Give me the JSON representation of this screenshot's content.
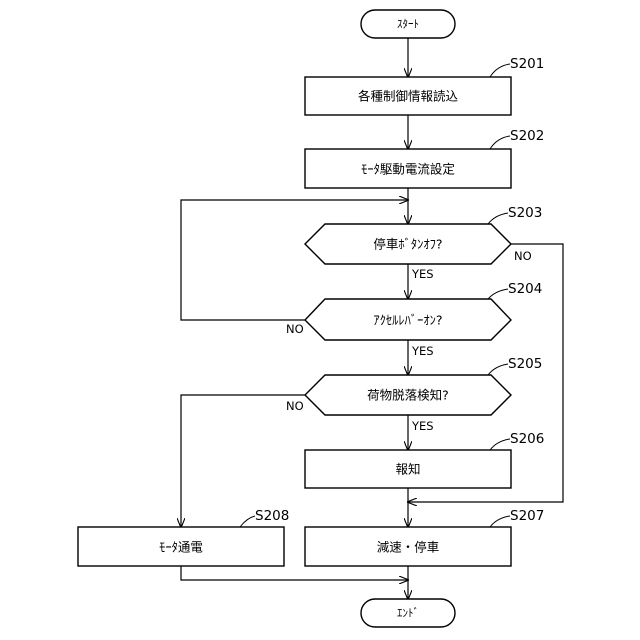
{
  "nodes": {
    "start": {
      "label": "ｽﾀｰﾄ"
    },
    "s201": {
      "step": "S201",
      "label": "各種制御情報読込"
    },
    "s202": {
      "step": "S202",
      "label": "ﾓｰﾀ駆動電流設定"
    },
    "s203": {
      "step": "S203",
      "label": "停車ﾎﾞﾀﾝｵﾌ?"
    },
    "s204": {
      "step": "S204",
      "label": "ｱｸｾﾙﾚﾊﾞｰｵﾝ?"
    },
    "s205": {
      "step": "S205",
      "label": "荷物脱落検知?"
    },
    "s206": {
      "step": "S206",
      "label": "報知"
    },
    "s207": {
      "step": "S207",
      "label": "減速・停車"
    },
    "s208": {
      "step": "S208",
      "label": "ﾓｰﾀ通電"
    },
    "end": {
      "label": "ｴﾝﾄﾞ"
    }
  },
  "branches": {
    "s203_yes": "YES",
    "s203_no": "NO",
    "s204_yes": "YES",
    "s204_no": "NO",
    "s205_yes": "YES",
    "s205_no": "NO"
  }
}
